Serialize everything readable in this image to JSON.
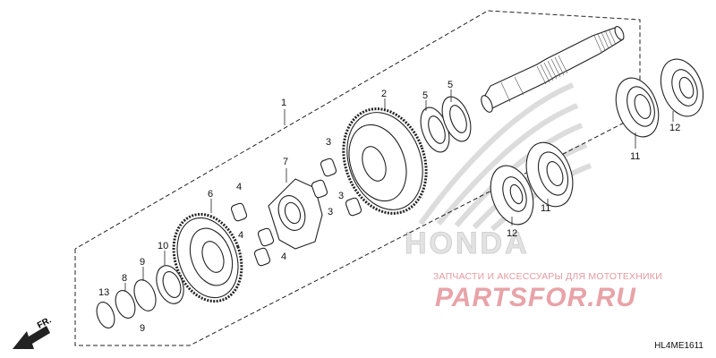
{
  "diagram": {
    "code": "HL4ME1611",
    "front_label": "FR.",
    "callouts": [
      "1",
      "2",
      "3",
      "3",
      "3",
      "4",
      "4",
      "4",
      "5",
      "5",
      "6",
      "7",
      "8",
      "9",
      "9",
      "10",
      "11",
      "11",
      "12",
      "12",
      "13"
    ]
  },
  "watermark": {
    "brand": "HONDA",
    "subtitle": "ЗАПЧАСТИ И АКСЕССУАРЫ ДЛЯ МОТОТЕХНИКИ",
    "logo": "PARTSFOR.RU",
    "colors": {
      "brand_gray": "#d9d9d9",
      "logo_red": "#e8a3a8",
      "sub_red": "#e39aa0"
    }
  }
}
